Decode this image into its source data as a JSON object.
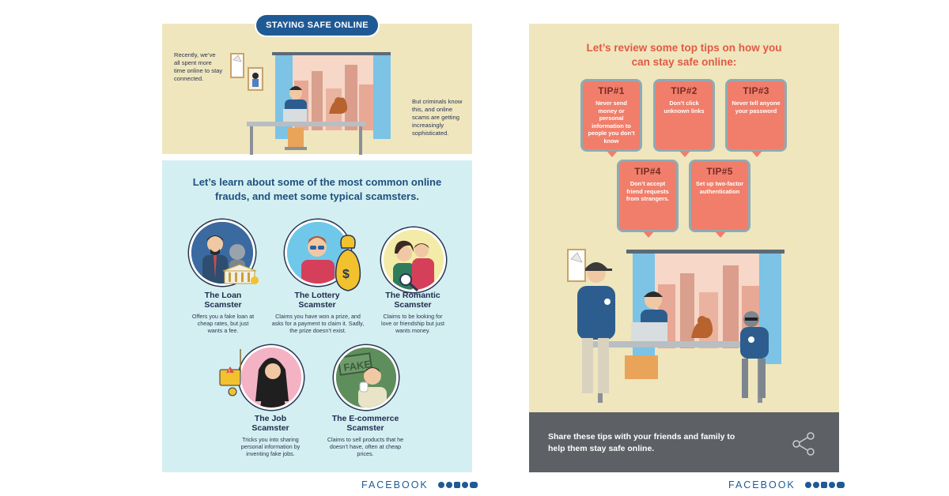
{
  "left": {
    "title": "STAYING SAFE ONLINE",
    "intro_left": "Recently, we’ve all spent more time online to stay connected.",
    "intro_right": "But criminals know this, and online scams are getting increasingly sophisticated.",
    "heading": "Let’s learn about some of the most common online frauds, and meet some typical scamsters.",
    "scamsters": [
      {
        "title": "The Loan Scamster",
        "desc": "Offers you a fake loan at cheap rates, but just wants a fee."
      },
      {
        "title": "The Lottery Scamster",
        "desc": "Claims you have won a prize, and asks for a payment to claim it. Sadly, the prize doesn’t exist."
      },
      {
        "title": "The Romantic Scamster",
        "desc": "Claims to be looking for love or friendship but just wants money."
      },
      {
        "title": "The Job Scamster",
        "desc": "Tricks you into sharing personal information by inventing fake jobs."
      },
      {
        "title": "The E-commerce Scamster",
        "desc": "Claims to sell products that he doesn’t have, often at cheap prices."
      }
    ],
    "fake_stamp": "FAKE",
    "brand": "FACEBOOK"
  },
  "right": {
    "heading": "Let’s review some top tips on how you can stay safe online:",
    "tips": [
      {
        "num": "TIP#1",
        "text": "Never send money or personal information to people you don’t know"
      },
      {
        "num": "TIP#2",
        "text": "Don’t click unknown links"
      },
      {
        "num": "TIP#3",
        "text": "Never tell anyone your password"
      },
      {
        "num": "TIP#4",
        "text": "Don’t accept friend requests from strangers."
      },
      {
        "num": "TIP#5",
        "text": "Set up two-factor authentication"
      }
    ],
    "footer": "Share these tips with your friends and family to help them stay safe online.",
    "brand": "FACEBOOK"
  },
  "colors": {
    "navy": "#1f5a95",
    "cream": "#efe6bd",
    "aqua": "#d4eff1",
    "coral": "#f07e6a",
    "grey": "#5d6165"
  },
  "icons": [
    "share-icon",
    "facebook-icon",
    "messenger-icon",
    "instagram-icon",
    "whatsapp-icon",
    "oculus-icon"
  ]
}
